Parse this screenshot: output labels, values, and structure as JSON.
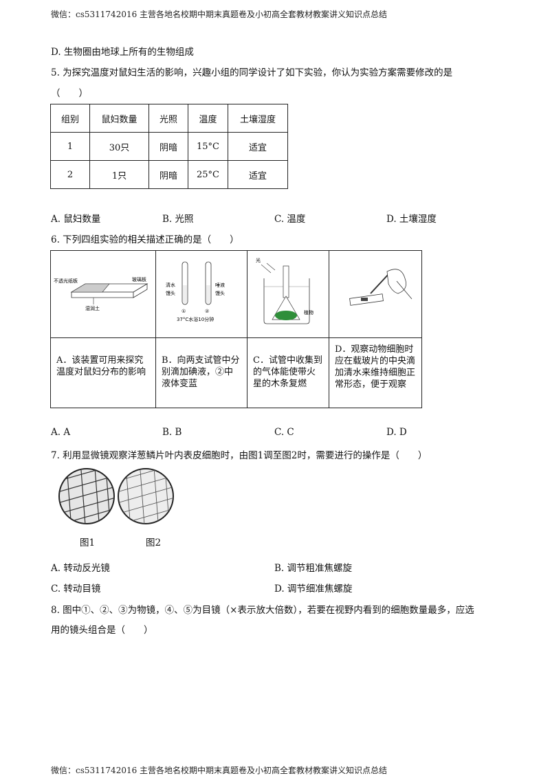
{
  "header": "微信：cs5311742016 主营各地名校期中期末真题卷及小初高全套教材教案讲义知识点总结",
  "footer": "微信：cs5311742016 主营各地名校期中期末真题卷及小初高全套教材教案讲义知识点总结",
  "q4": {
    "optD": "D. 生物圈由地球上所有的生物组成"
  },
  "q5": {
    "stem": "5. 为探究温度对鼠妇生活的影响，兴趣小组的同学设计了如下实验，你认为实验方案需要修改的是",
    "paren": "（　　）",
    "table": {
      "headers": [
        "组别",
        "鼠妇数量",
        "光照",
        "温度",
        "土壤湿度"
      ],
      "rows": [
        [
          "1",
          "30只",
          "阴暗",
          "15°C",
          "适宜"
        ],
        [
          "2",
          "1只",
          "阴暗",
          "25°C",
          "适宜"
        ]
      ]
    },
    "options": [
      "A. 鼠妇数量",
      "B. 光照",
      "C. 温度",
      "D. 土壤湿度"
    ]
  },
  "q6": {
    "stem": "6. 下列四组实验的相关描述正确的是（　　）",
    "fig": {
      "a_label1": "不透光纸板",
      "a_label2": "玻璃板",
      "a_label3": "湿润土",
      "b_label1": "清水",
      "b_label2": "馒头",
      "b_label3": "唾液",
      "b_label4": "馒头",
      "b_num1": "①",
      "b_num2": "②",
      "b_caption": "37°C水浴10分钟",
      "c_label1": "光",
      "c_label2": "植物"
    },
    "captions": [
      "A．该装置可用来探究温度对鼠妇分布的影响",
      "B．向两支试管中分别滴加碘液，②中液体变蓝",
      "C．试管中收集到的气体能使带火星的木条复燃",
      "D．观察动物细胞时应在载玻片的中央滴加清水来维持细胞正常形态，便于观察"
    ],
    "options": [
      "A. A",
      "B. B",
      "C. C",
      "D. D"
    ]
  },
  "q7": {
    "stem": "7. 利用显微镜观察洋葱鳞片叶内表皮细胞时，由图1调至图2时，需要进行的操作是（　　）",
    "fig1": "图1",
    "fig2": "图2",
    "options": [
      "A. 转动反光镜",
      "B. 调节粗准焦螺旋",
      "C. 转动目镜",
      "D. 调节细准焦螺旋"
    ]
  },
  "q8": {
    "line1": "8. 图中①、②、③为物镜，④、⑤为目镜（×表示放大倍数），若要在视野内看到的细胞数量最多，应选",
    "line2": "用的镜头组合是（　　）"
  }
}
